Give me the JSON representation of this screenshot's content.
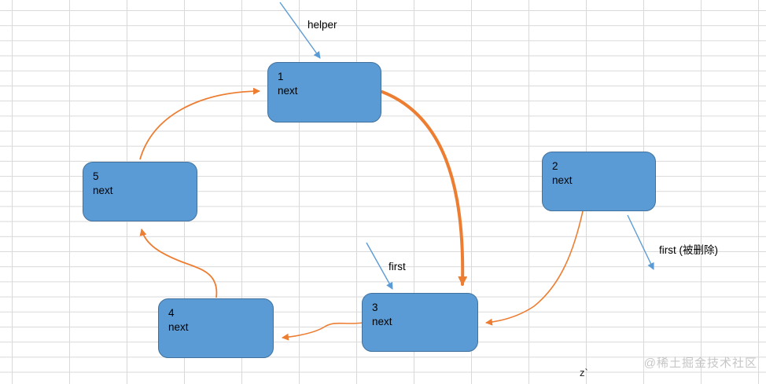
{
  "diagram": {
    "description": "circular linked list deletion step sketch",
    "nodes": [
      {
        "value": "1",
        "field": "next"
      },
      {
        "value": "2",
        "field": "next"
      },
      {
        "value": "3",
        "field": "next"
      },
      {
        "value": "4",
        "field": "next"
      },
      {
        "value": "5",
        "field": "next"
      }
    ],
    "edges": [
      {
        "from": "5",
        "to": "1",
        "color": "orange",
        "weight": "thin"
      },
      {
        "from": "1",
        "to": "3",
        "color": "orange",
        "weight": "thick"
      },
      {
        "from": "2",
        "to": "3",
        "color": "orange",
        "weight": "thin"
      },
      {
        "from": "3",
        "to": "4",
        "color": "orange",
        "weight": "thin"
      },
      {
        "from": "4",
        "to": "5",
        "color": "orange",
        "weight": "thin"
      }
    ],
    "pointers": [
      {
        "label": "helper",
        "points_to": "1"
      },
      {
        "label": "first",
        "points_to": "3"
      },
      {
        "label": "first (被删除)",
        "from_node": "2",
        "direction": "detached"
      }
    ]
  },
  "labels": {
    "helper": "helper",
    "first": "first",
    "first_deleted": "first (被删除)",
    "stray_text": "z`",
    "watermark": "@稀土掘金技术社区"
  },
  "colors": {
    "node_fill": "#5b9bd5",
    "node_border": "#41719c",
    "arrow_orange": "#ed7d31",
    "arrow_blue": "#5b9bd5",
    "grid_line": "#d9d9d9",
    "watermark": "#c6c6c6",
    "text": "#000000"
  }
}
